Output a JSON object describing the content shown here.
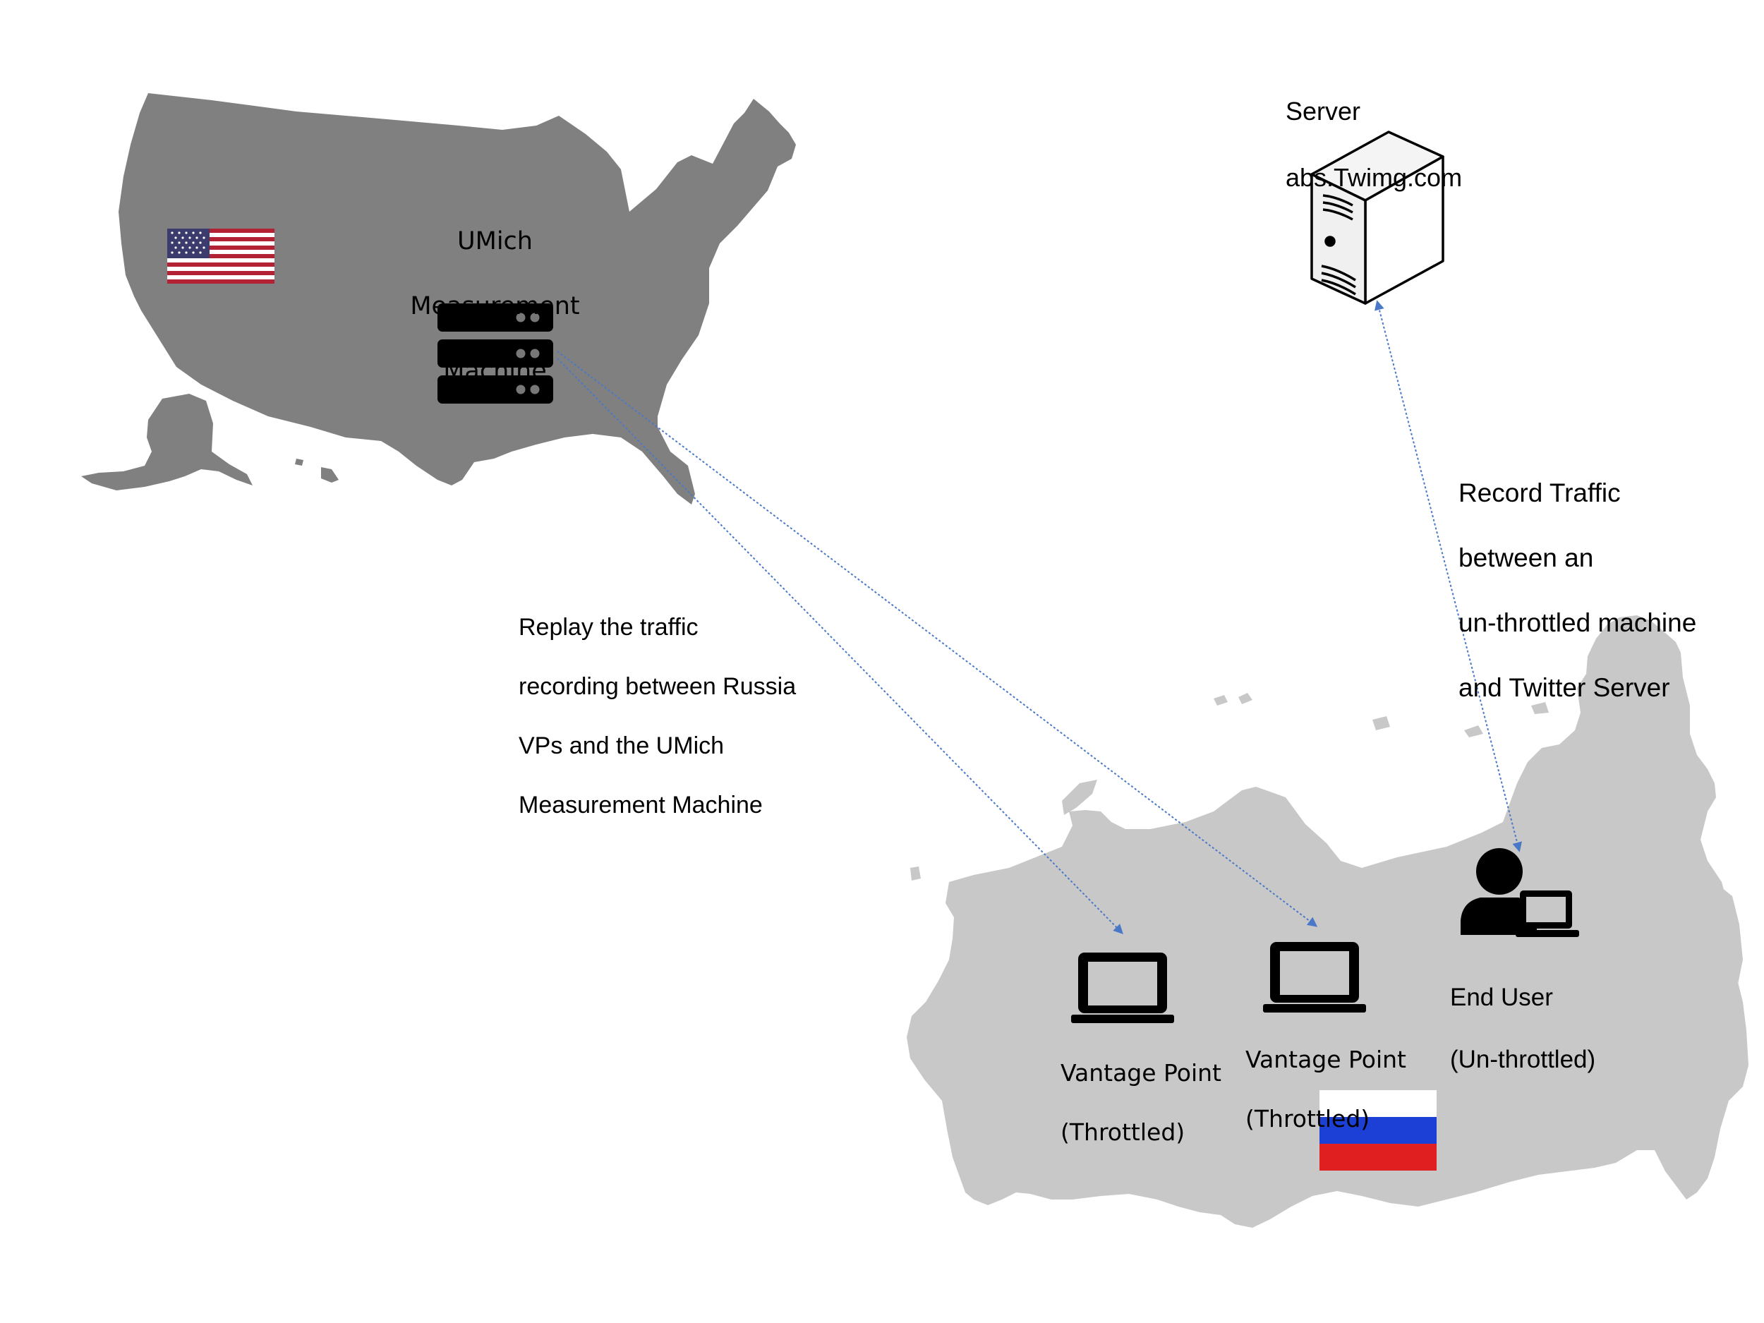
{
  "colors": {
    "usa_map": "#808080",
    "russia_map": "#c8c8c8",
    "arrow": "#4a78c8",
    "icon": "#000000"
  },
  "nodes": {
    "server": {
      "lines": [
        "Server",
        "abs.Twimg.com"
      ],
      "icon": "tower-server-icon"
    },
    "umich": {
      "lines": [
        "UMich",
        "Measurement",
        "Machine"
      ],
      "icon": "rack-server-icon"
    },
    "vantage_1": {
      "lines": [
        "Vantage Point",
        "(Throttled)"
      ],
      "icon": "laptop-icon"
    },
    "vantage_2": {
      "lines": [
        "Vantage Point",
        "(Throttled)"
      ],
      "icon": "laptop-icon"
    },
    "end_user": {
      "lines": [
        "End User",
        "(Un-throttled)"
      ],
      "icon": "user-with-laptop-icon"
    }
  },
  "annotations": {
    "replay": [
      "Replay the traffic",
      "recording between Russia",
      "VPs and the UMich",
      "Measurement Machine"
    ],
    "record": [
      "Record Traffic",
      "between an",
      "un-throttled machine",
      "and Twitter Server"
    ]
  },
  "regions": {
    "usa": {
      "map": "usa-map",
      "flag": "usa-flag-icon"
    },
    "russia": {
      "map": "russia-map",
      "flag": "russia-flag-icon"
    }
  }
}
